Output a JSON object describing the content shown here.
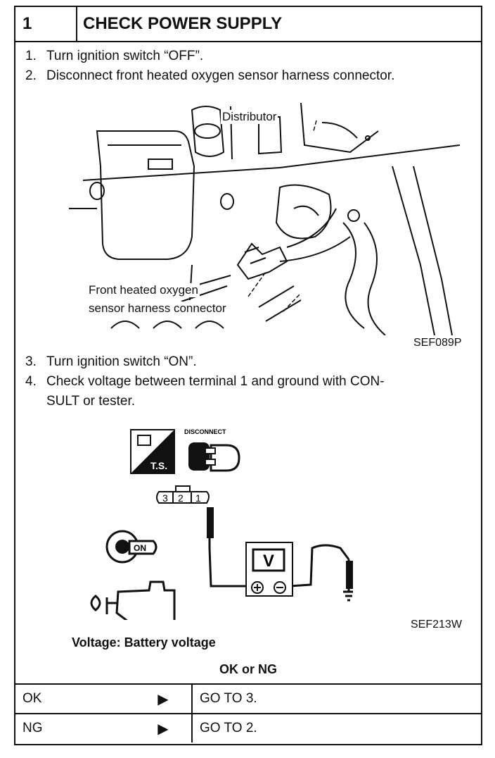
{
  "header": {
    "number": "1",
    "title": "CHECK POWER SUPPLY"
  },
  "steps_a": [
    {
      "num": "1.",
      "text": "Turn ignition switch “OFF”."
    },
    {
      "num": "2.",
      "text": "Disconnect front heated oxygen sensor harness connector."
    }
  ],
  "figure1": {
    "label_distributor": "Distributor",
    "label_connector_line1": "Front heated oxygen",
    "label_connector_line2": "sensor harness connector",
    "code": "SEF089P"
  },
  "steps_b": [
    {
      "num": "3.",
      "text": "Turn ignition switch “ON”."
    },
    {
      "num": "4.",
      "text": "Check voltage between terminal 1 and ground with CON-",
      "text2": "SULT or tester."
    }
  ],
  "figure2": {
    "ts_label": "T.S.",
    "disconnect_label": "DISCONNECT",
    "terminals": [
      "3",
      "2",
      "1"
    ],
    "meter_label": "V",
    "key_label": "ON",
    "code": "SEF213W"
  },
  "spec": "Voltage: Battery voltage",
  "okng_heading": "OK or NG",
  "results": [
    {
      "status": "OK",
      "arrow": "▶",
      "action": "GO TO 3."
    },
    {
      "status": "NG",
      "arrow": "▶",
      "action": "GO TO 2."
    }
  ]
}
